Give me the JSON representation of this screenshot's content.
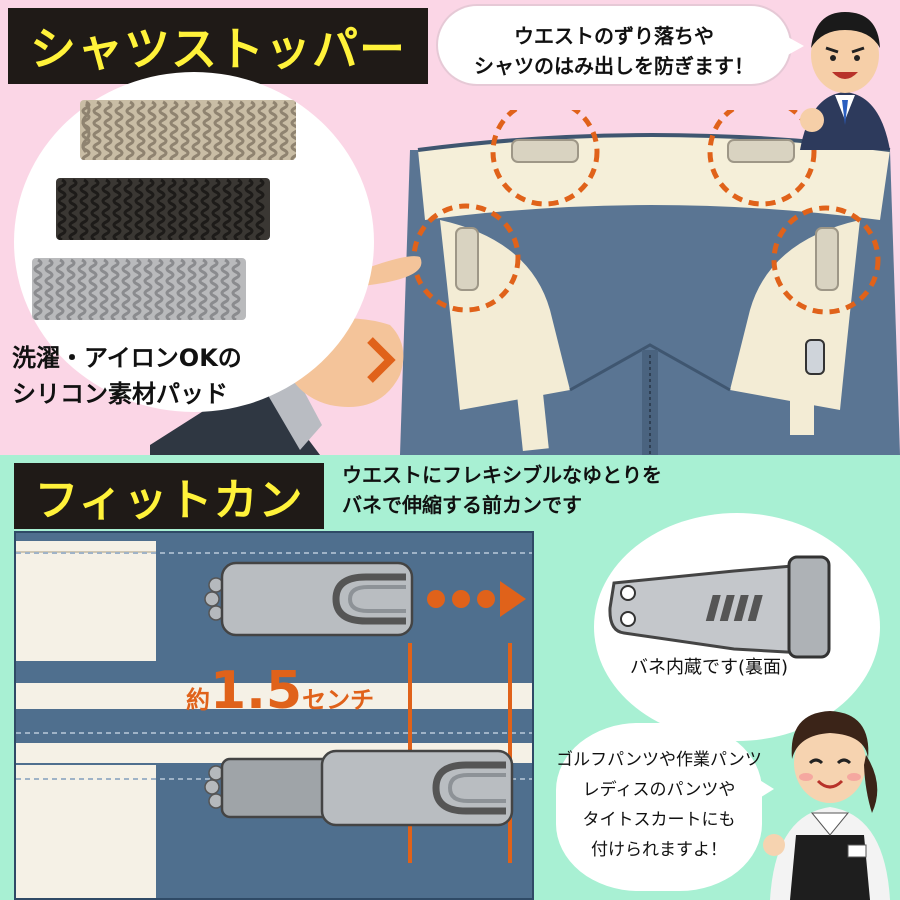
{
  "colors": {
    "top_background": "#fbd6e6",
    "bottom_background": "#a8f0d3",
    "title_box": "#1f1a17",
    "title_text": "#fff23a",
    "accent_orange": "#e0621a",
    "trouser_blue": "#5a7593"
  },
  "top": {
    "title": "シャツストッパー",
    "speech_bubble": {
      "line1": "ウエストのずり落ちや",
      "line2": "シャツのはみ出しを防ぎます！"
    },
    "pads": [
      {
        "color_name": "beige",
        "color": "#c9bda5"
      },
      {
        "color_name": "black",
        "color": "#3a3733"
      },
      {
        "color_name": "gray",
        "color": "#b9babc"
      }
    ],
    "caption": {
      "line1": "洗濯・アイロンOKの",
      "line2": "シリコン素材パッド"
    },
    "icons": [
      "businessman-icon",
      "pointing-hand-icon",
      "trousers-waistband-icon"
    ]
  },
  "bottom": {
    "title": "フィットカン",
    "description": {
      "line1": "ウエストにフレキシブルなゆとりを",
      "line2": "バネで伸縮する前カンです"
    },
    "measurement": {
      "prefix": "約",
      "value": "1.5",
      "unit": "センチ"
    },
    "hook_caption": "バネ内蔵です(裏面)",
    "speech_bubble": {
      "line1": "ゴルフパンツや作業パンツ",
      "line2": "レディスのパンツや",
      "line3": "タイトスカートにも",
      "line4": "付けられますよ！"
    },
    "icons": [
      "hook-diagram-icon",
      "arrow-right-icon",
      "metal-hook-icon",
      "shop-staff-icon"
    ]
  }
}
